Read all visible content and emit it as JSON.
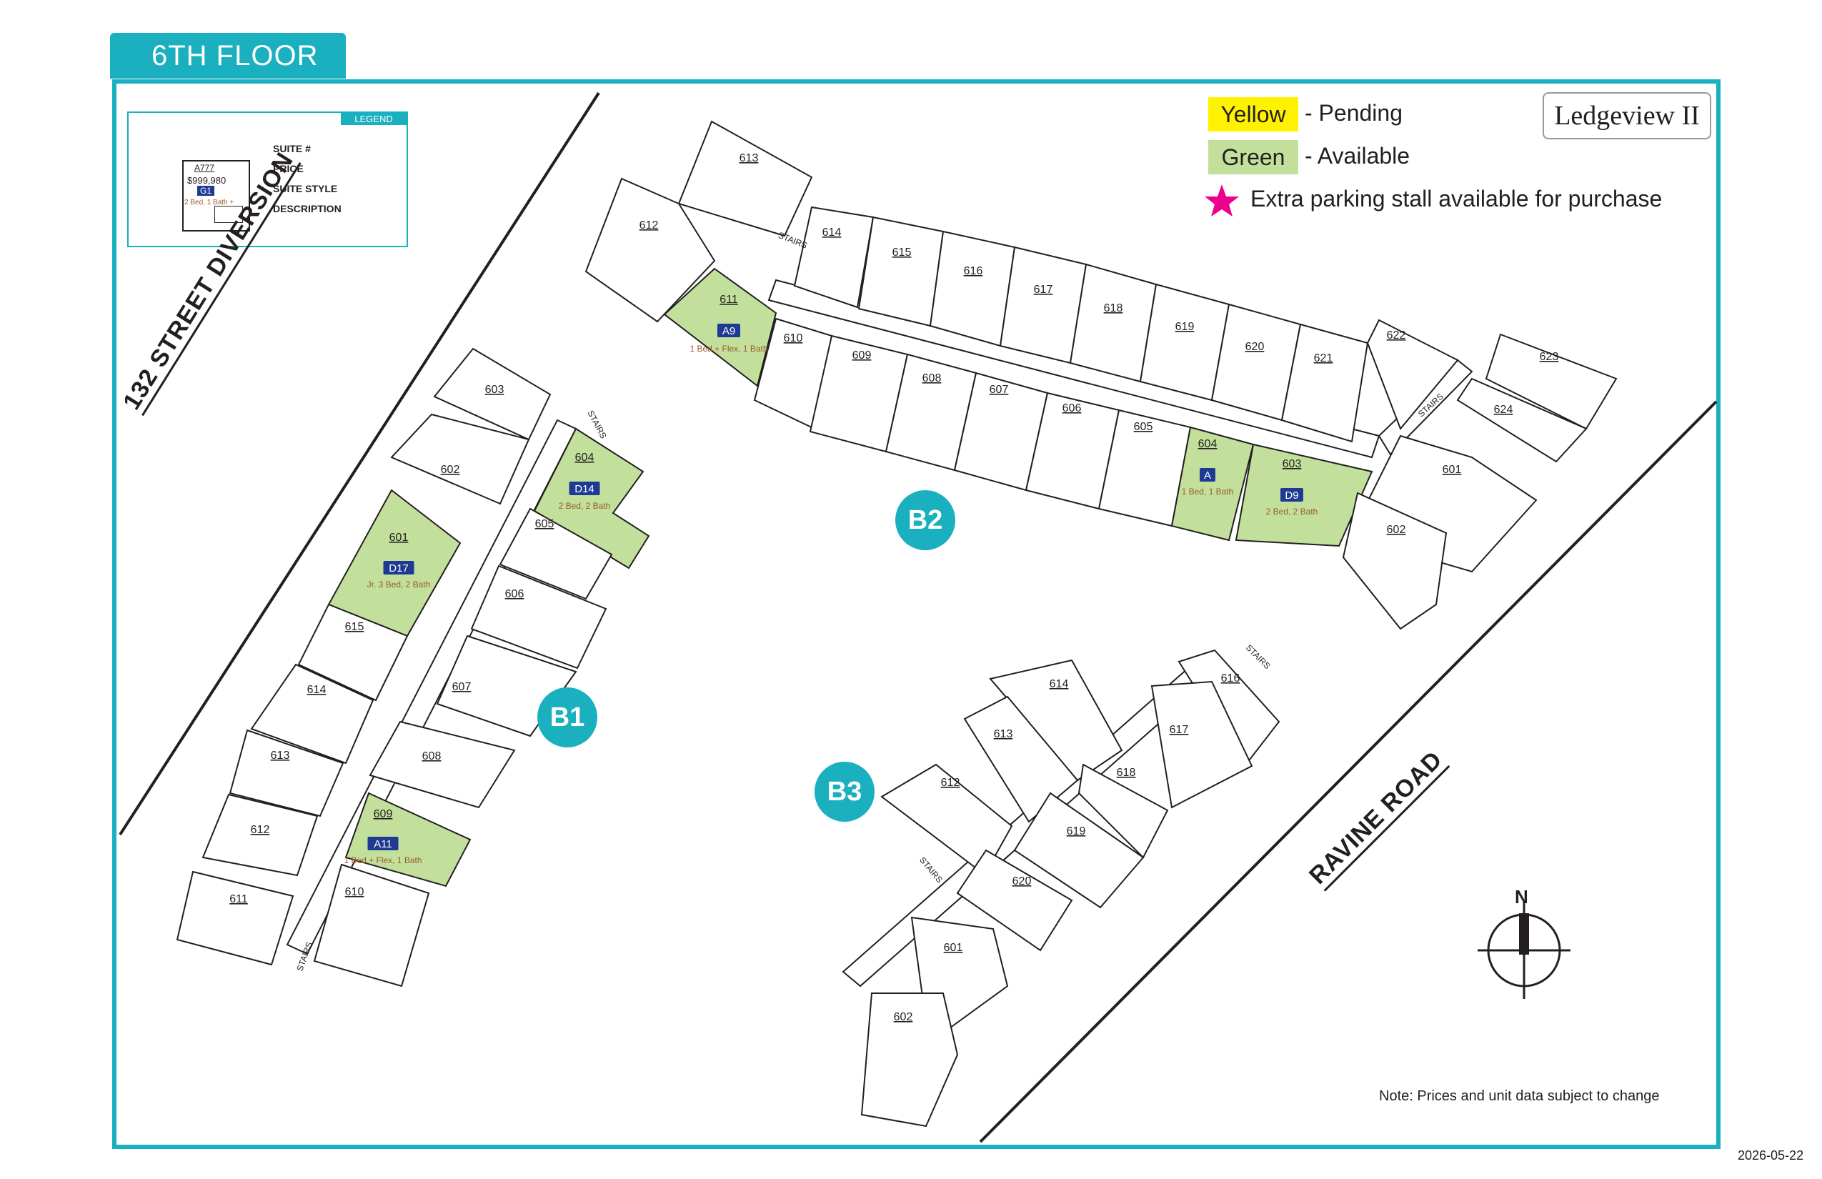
{
  "floor_label": "6TH FLOOR",
  "brand": "Ledgeview II",
  "legend": {
    "tag": "LEGEND",
    "sample": {
      "suite": "A777",
      "price": "$999,980",
      "style": "G1",
      "description": "2 Bed, 1 Bath +"
    },
    "labels": [
      "SUITE #",
      "PRICE",
      "SUITE STYLE",
      "DESCRIPTION"
    ]
  },
  "key": {
    "pending_swatch": "Yellow",
    "pending_text": "- Pending",
    "available_swatch": "Green",
    "available_text": "- Available",
    "parking_text": "Extra parking stall available for purchase",
    "colors": {
      "pending": "#fff200",
      "available": "#c2e09c",
      "star": "#ec008c",
      "accent": "#1ab0bf",
      "style_badge": "#1f3a93"
    }
  },
  "roads": {
    "west": "132 STREET DIVERSION",
    "east": "RAVINE ROAD"
  },
  "buildings": {
    "b1": "B1",
    "b2": "B2",
    "b3": "B3"
  },
  "stairs_label": "STAIRS",
  "north": "N",
  "note": "Note: Prices and unit data subject to change",
  "date": "2026-05-22",
  "B1": {
    "suites": [
      "603",
      "602",
      "604",
      "601",
      "605",
      "606",
      "615",
      "607",
      "614",
      "608",
      "613",
      "612",
      "609",
      "610",
      "611"
    ],
    "available": [
      {
        "suite": "604",
        "style": "D14",
        "description": "2 Bed, 2 Bath"
      },
      {
        "suite": "601",
        "style": "D17",
        "description": "Jr. 3 Bed, 2 Bath"
      },
      {
        "suite": "609",
        "style": "A11",
        "description": "1 Bed + Flex, 1 Bath"
      }
    ]
  },
  "B2": {
    "suites": [
      "613",
      "612",
      "614",
      "615",
      "616",
      "617",
      "618",
      "619",
      "620",
      "621",
      "622",
      "623",
      "611",
      "610",
      "609",
      "608",
      "607",
      "606",
      "605",
      "604",
      "603",
      "624",
      "601",
      "602"
    ],
    "available": [
      {
        "suite": "611",
        "style": "A9",
        "description": "1 Bed + Flex, 1 Bath"
      },
      {
        "suite": "604",
        "style": "A",
        "description": "1 Bed, 1 Bath"
      },
      {
        "suite": "603",
        "style": "D9",
        "description": "2 Bed, 2 Bath"
      }
    ]
  },
  "B3": {
    "suites": [
      "614",
      "616",
      "613",
      "617",
      "612",
      "618",
      "619",
      "620",
      "601",
      "602"
    ]
  }
}
